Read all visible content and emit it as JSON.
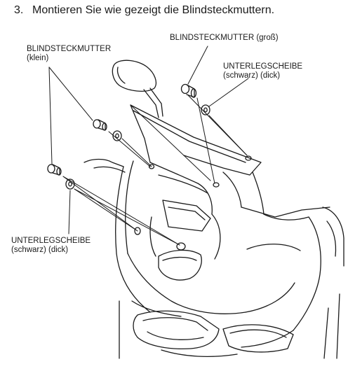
{
  "instruction": {
    "number": "3.",
    "text": "Montieren Sie wie gezeigt die Blindsteckmuttern."
  },
  "callouts": {
    "nut_small": {
      "line1": "BLINDSTECKMUTTER",
      "line2": "(klein)"
    },
    "nut_large": {
      "line1": "BLINDSTECKMUTTER (groß)"
    },
    "washer_top": {
      "line1": "UNTERLEGSCHEIBE",
      "line2": "(schwarz) (dick)"
    },
    "washer_left": {
      "line1": "UNTERLEGSCHEIBE",
      "line2": "(schwarz) (dick)"
    }
  },
  "colors": {
    "ink": "#1a1a1a",
    "background": "#ffffff"
  }
}
